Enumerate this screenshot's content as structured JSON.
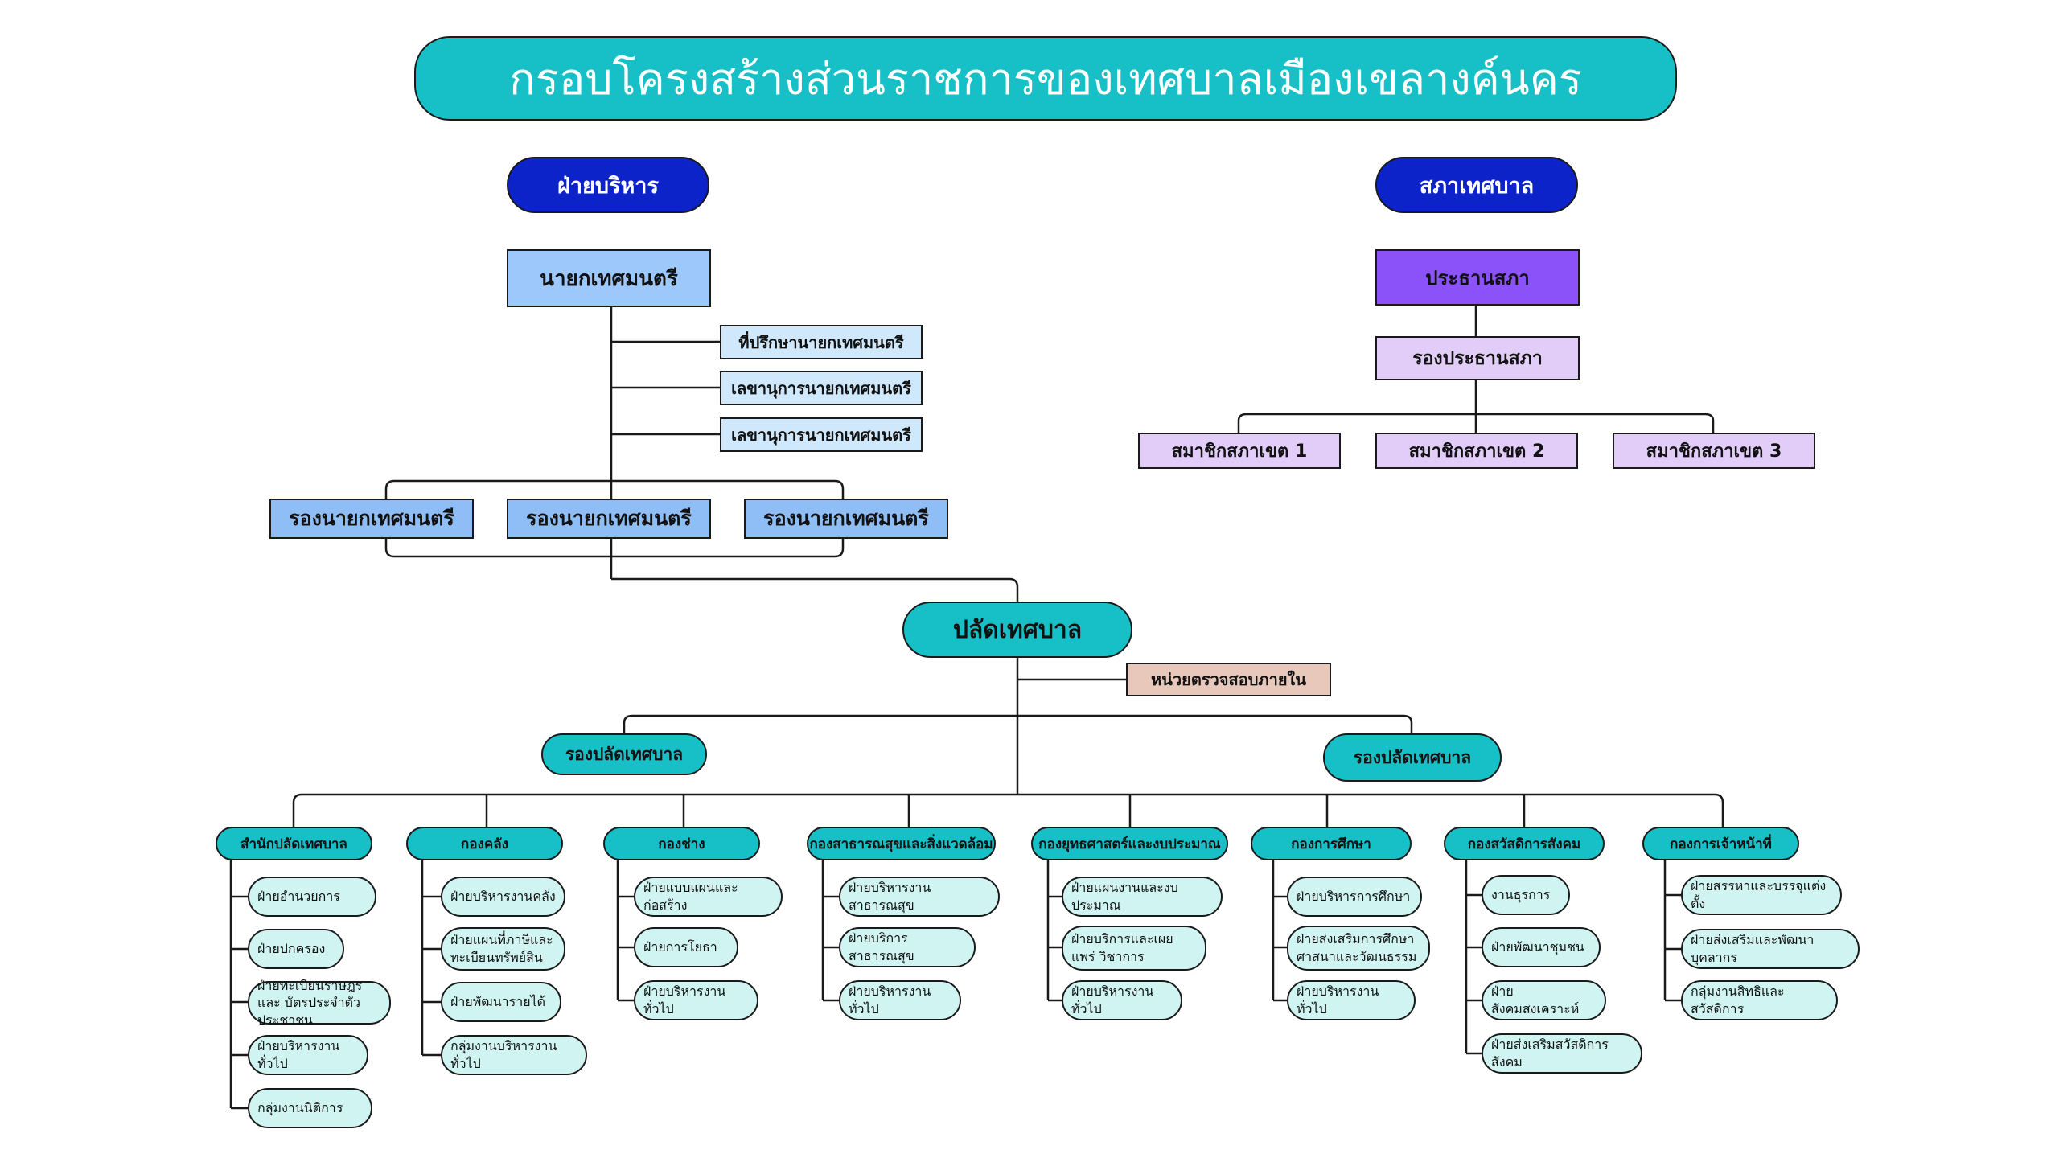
{
  "title": "กรอบโครงสร้างส่วนราชการของเทศบาลเมืองเขลางค์นคร",
  "executive": {
    "heading": "ฝ่ายบริหาร",
    "mayor": "นายกเทศมนตรี",
    "advisors": [
      "ที่ปรึกษานายกเทศมนตรี",
      "เลขานุการนายกเทศมนตรี",
      "เลขานุการนายกเทศมนตรี"
    ],
    "deputies": [
      "รองนายกเทศมนตรี",
      "รองนายกเทศมนตรี",
      "รองนายกเทศมนตรี"
    ]
  },
  "council": {
    "heading": "สภาเทศบาล",
    "president": "ประธานสภา",
    "vice": "รองประธานสภา",
    "members": [
      "สมาชิกสภาเขต 1",
      "สมาชิกสภาเขต 2",
      "สมาชิกสภาเขต 3"
    ]
  },
  "clerk": "ปลัดเทศบาล",
  "audit": "หน่วยตรวจสอบภายใน",
  "deputy_clerks": [
    "รองปลัดเทศบาล",
    "รองปลัดเทศบาล"
  ],
  "departments": [
    {
      "name": "สำนักปลัดเทศบาล",
      "units": [
        "ฝ่ายอำนวยการ",
        "ฝ่ายปกครอง",
        "ฝ่ายทะเบียนราษฎรและ บัตรประจำตัวประชาชน",
        "ฝ่ายบริหารงานทั่วไป",
        "กลุ่มงานนิติการ"
      ]
    },
    {
      "name": "กองคลัง",
      "units": [
        "ฝ่ายบริหารงานคลัง",
        "ฝ่ายแผนที่ภาษีและ ทะเบียนทรัพย์สิน",
        "ฝ่ายพัฒนารายได้",
        "กลุ่มงานบริหารงานทั่วไป"
      ]
    },
    {
      "name": "กองช่าง",
      "units": [
        "ฝ่ายแบบแผนและก่อสร้าง",
        "ฝ่ายการโยธา",
        "ฝ่ายบริหารงานทั่วไป"
      ]
    },
    {
      "name": "กองสาธารณสุขและสิ่งแวดล้อม",
      "units": [
        "ฝ่ายบริหารงานสาธารณสุข",
        "ฝ่ายบริการสาธารณสุข",
        "ฝ่ายบริหารงานทั่วไป"
      ]
    },
    {
      "name": "กองยุทธศาสตร์และงบประมาณ",
      "units": [
        "ฝ่ายแผนงานและงบประมาณ",
        "ฝ่ายบริการและเผยแพร่ วิชาการ",
        "ฝ่ายบริหารงานทั่วไป"
      ]
    },
    {
      "name": "กองการศึกษา",
      "units": [
        "ฝ่ายบริหารการศึกษา",
        "ฝ่ายส่งเสริมการศึกษา ศาสนาและวัฒนธรรม",
        "ฝ่ายบริหารงานทั่วไป"
      ]
    },
    {
      "name": "กองสวัสดิการสังคม",
      "units": [
        "งานธุรการ",
        "ฝ่ายพัฒนาชุมชน",
        "ฝ่ายสังคมสงเคราะห์",
        "ฝ่ายส่งเสริมสวัสดิการสังคม"
      ]
    },
    {
      "name": "กองการเจ้าหน้าที่",
      "units": [
        "ฝ่ายสรรหาและบรรจุแต่งตั้ง",
        "ฝ่ายส่งเสริมและพัฒนาบุคลากร",
        "กลุ่มงานสิทธิและสวัสดิการ"
      ]
    }
  ]
}
